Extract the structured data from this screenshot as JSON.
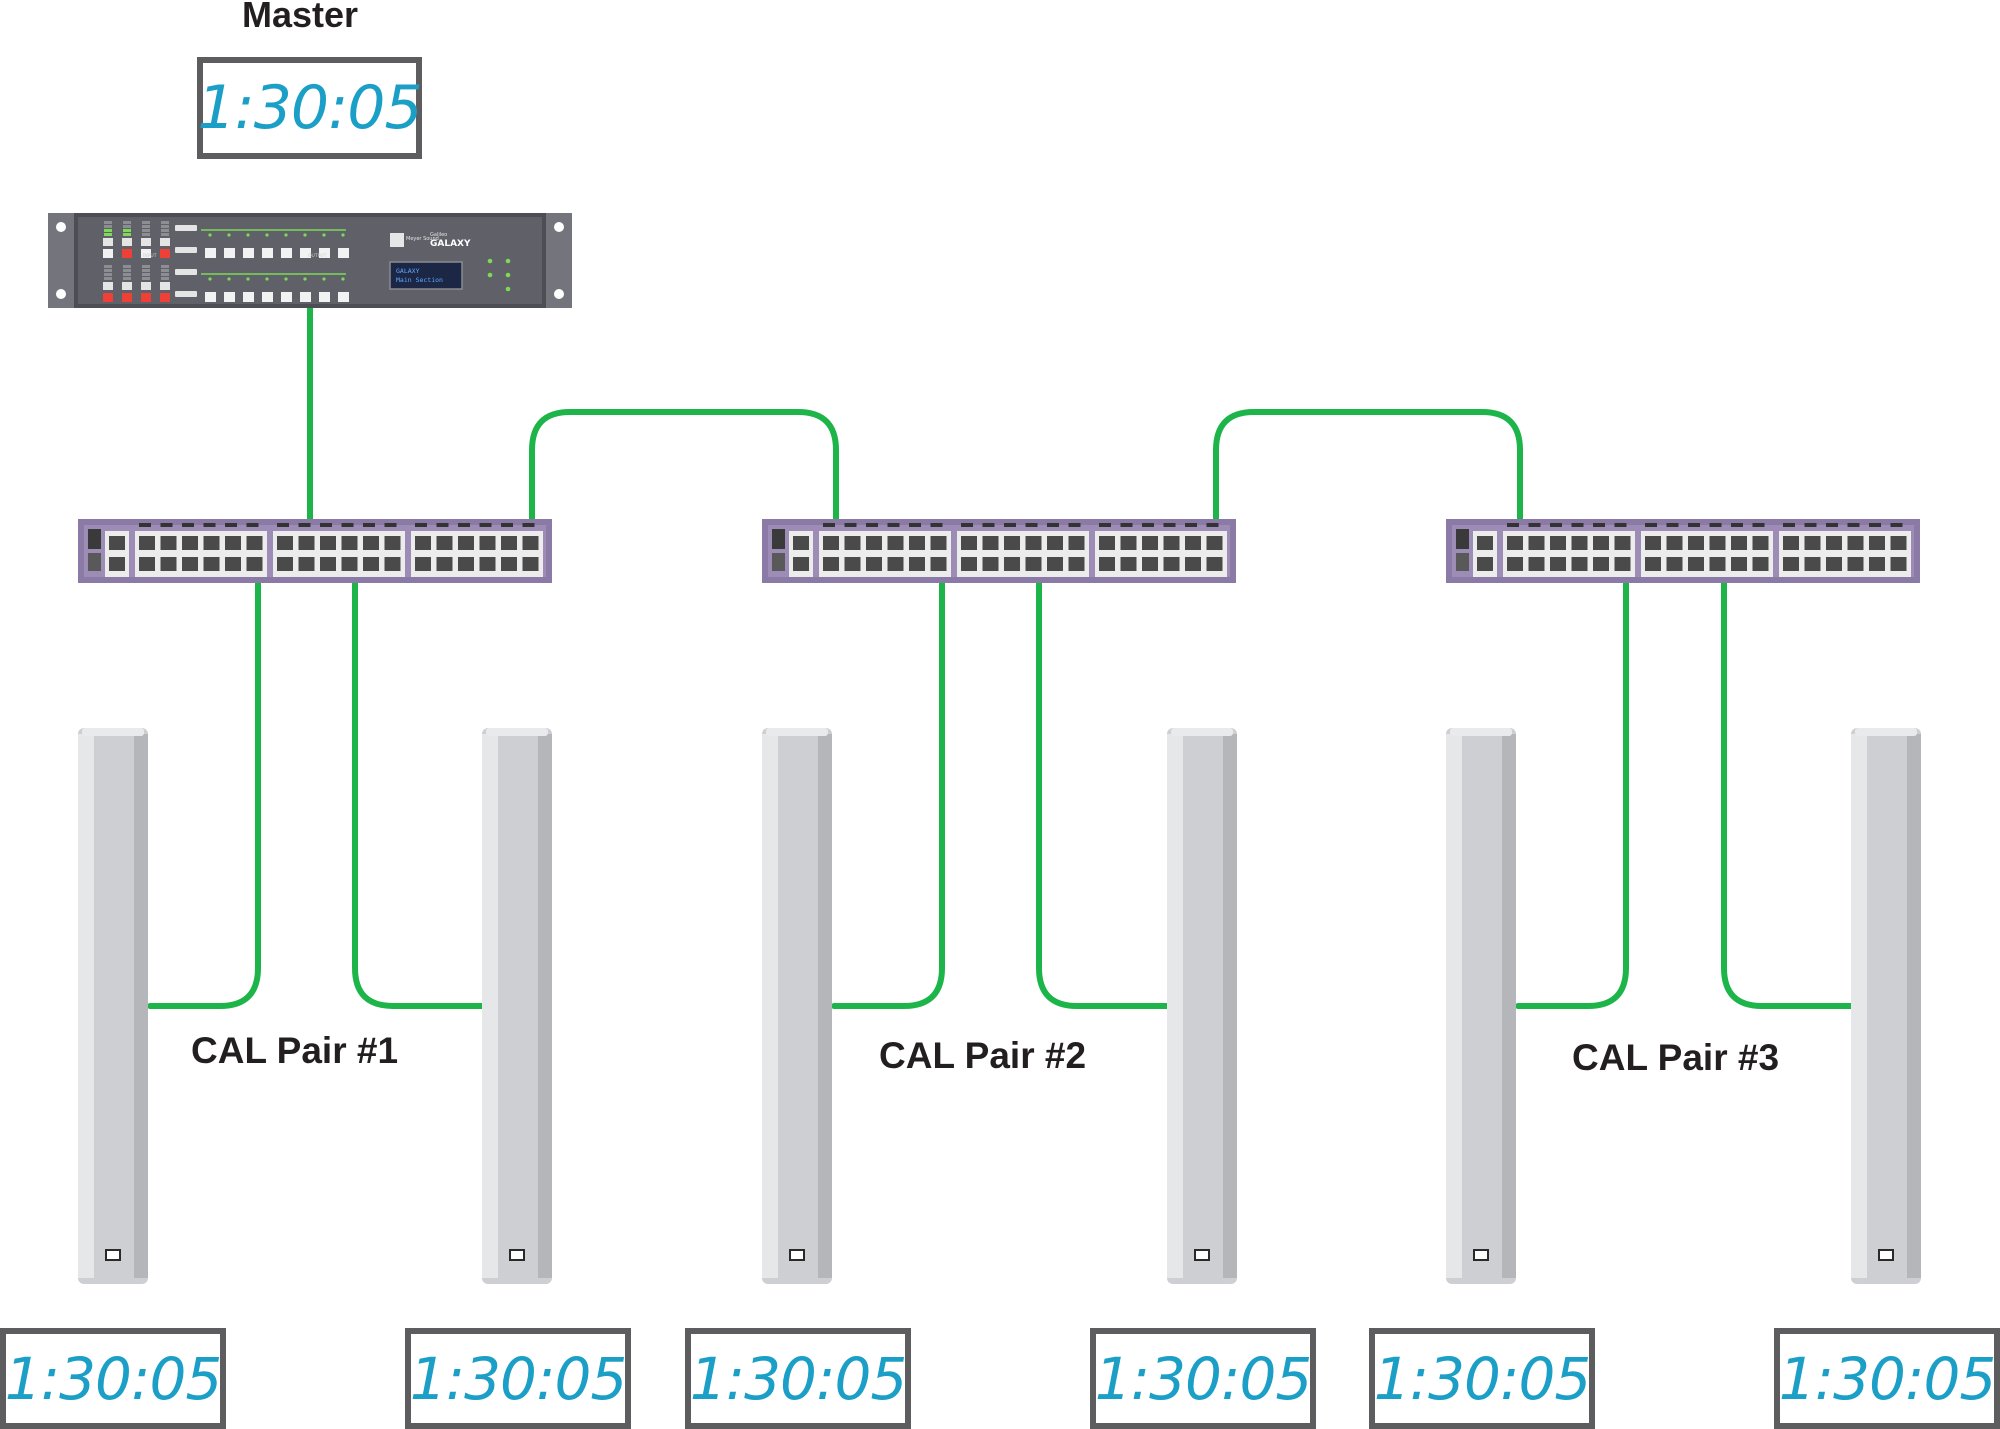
{
  "master": {
    "label": "Master",
    "time": "1:30:05"
  },
  "rack_unit": {
    "brand": "Meyer Sound",
    "product_line": "Galileo",
    "product": "GALAXY",
    "screen_line1": "GALAXY",
    "screen_line2": "Main Section",
    "input_label": "INPUT",
    "output_label": "OUTPUT"
  },
  "pairs": [
    {
      "label": "CAL Pair #1"
    },
    {
      "label": "CAL Pair #2"
    },
    {
      "label": "CAL Pair #3"
    }
  ],
  "clocks": [
    {
      "time": "1:30:05"
    },
    {
      "time": "1:30:05"
    },
    {
      "time": "1:30:05"
    },
    {
      "time": "1:30:05"
    },
    {
      "time": "1:30:05"
    },
    {
      "time": "1:30:05"
    }
  ],
  "colors": {
    "cable": "#1db54a",
    "switch_body": "#8c7aa6",
    "speaker_body": "#cdcfd2",
    "clock_digits": "#1b9fc6",
    "clock_frame": "#5d5d5f",
    "rack_body": "#5f6068"
  }
}
